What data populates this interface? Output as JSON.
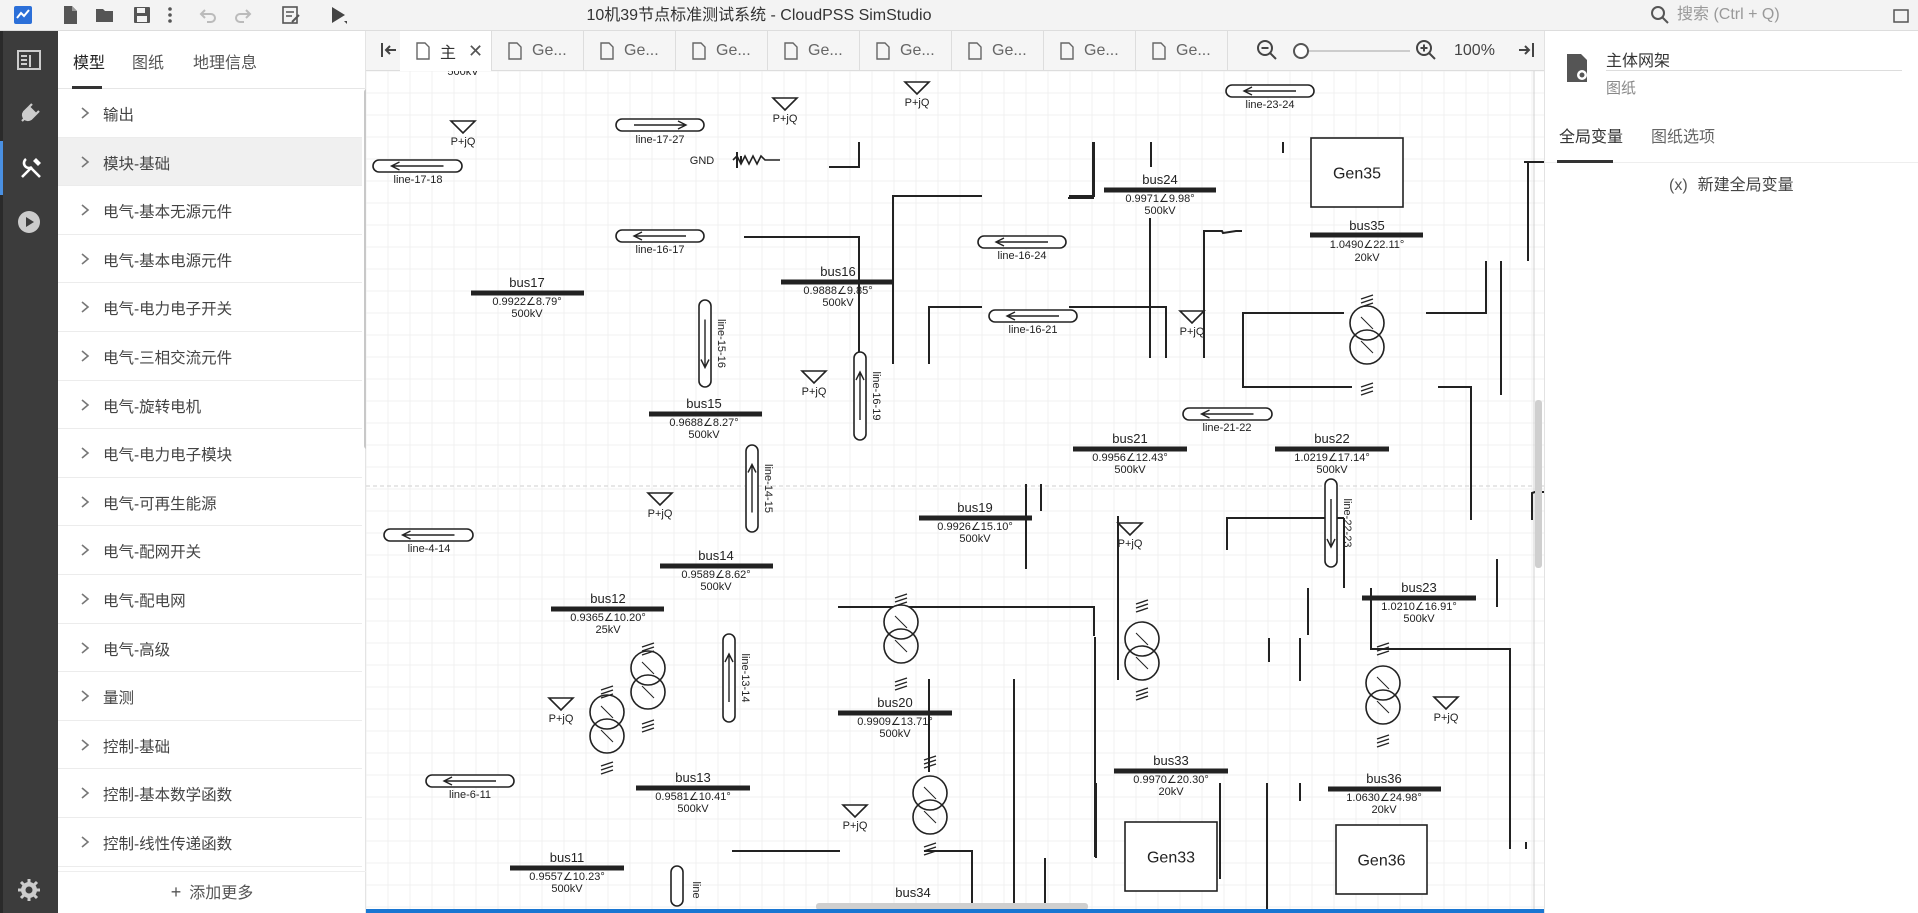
{
  "window": {
    "title": "10机39节点标准测试系统 - CloudPSS SimStudio"
  },
  "toolbar": {
    "search_placeholder": "搜索 (Ctrl + Q)",
    "zoom_percent": "100%",
    "icons": [
      "app-logo-icon",
      "new-file-icon",
      "open-folder-icon",
      "save-icon",
      "more-vert-icon",
      "undo-icon",
      "redo-icon",
      "edit-doc-icon",
      "run-icon"
    ]
  },
  "activity_bar": {
    "items": [
      {
        "icon": "panel-icon",
        "active": false
      },
      {
        "icon": "plug-icon",
        "active": false
      },
      {
        "icon": "tools-icon",
        "active": true
      },
      {
        "icon": "play-circle-icon",
        "active": false
      }
    ],
    "settings_icon": "gear-icon"
  },
  "left_panel": {
    "tabs": [
      "模型",
      "图纸",
      "地理信息"
    ],
    "active_tab": 0,
    "categories": [
      "输出",
      "模块-基础",
      "电气-基本无源元件",
      "电气-基本电源元件",
      "电气-电力电子开关",
      "电气-三相交流元件",
      "电气-旋转电机",
      "电气-电力电子模块",
      "电气-可再生能源",
      "电气-配网开关",
      "电气-配电网",
      "电气-高级",
      "量测",
      "控制-基础",
      "控制-基本数学函数",
      "控制-线性传递函数"
    ],
    "highlighted_index": 1,
    "add_more": "添加更多"
  },
  "doc_tabs": {
    "items": [
      "主",
      "Ge...",
      "Ge...",
      "Ge...",
      "Ge...",
      "Ge...",
      "Ge...",
      "Ge...",
      "Ge..."
    ],
    "active_index": 0
  },
  "right_panel": {
    "title": "主体网架",
    "subtitle": "图纸",
    "tabs": [
      "全局变量",
      "图纸选项"
    ],
    "active_tab": 0,
    "new_global_label": "新建全局变量",
    "new_global_icon_text": "(x)"
  },
  "diagram": {
    "buses": [
      {
        "name": "bus17",
        "v": "0.9922∠8.79°",
        "kv": "500kV"
      },
      {
        "name": "bus16",
        "v": "0.9888∠9.85°",
        "kv": "500kV"
      },
      {
        "name": "bus24",
        "v": "0.9971∠9.98°",
        "kv": "500kV"
      },
      {
        "name": "bus35",
        "v": "1.0490∠22.11°",
        "kv": "20kV"
      },
      {
        "name": "bus15",
        "v": "0.9688∠8.27°",
        "kv": "500kV"
      },
      {
        "name": "bus21",
        "v": "0.9956∠12.43°",
        "kv": "500kV"
      },
      {
        "name": "bus22",
        "v": "1.0219∠17.14°",
        "kv": "500kV"
      },
      {
        "name": "bus19",
        "v": "0.9926∠15.10°",
        "kv": "500kV"
      },
      {
        "name": "bus14",
        "v": "0.9589∠8.62°",
        "kv": "500kV"
      },
      {
        "name": "bus12",
        "v": "0.9365∠10.20°",
        "kv": "25kV"
      },
      {
        "name": "bus23",
        "v": "1.0210∠16.91°",
        "kv": "500kV"
      },
      {
        "name": "bus20",
        "v": "0.9909∠13.71°",
        "kv": "500kV"
      },
      {
        "name": "bus13",
        "v": "0.9581∠10.41°",
        "kv": "500kV"
      },
      {
        "name": "bus33",
        "v": "0.9970∠20.30°",
        "kv": "20kV"
      },
      {
        "name": "bus36",
        "v": "1.0630∠24.98°",
        "kv": "20kV"
      },
      {
        "name": "bus11",
        "v": "0.9557∠10.23°",
        "kv": "500kV"
      },
      {
        "name": "bus34",
        "v": "",
        "kv": ""
      }
    ],
    "lines": [
      "line-17-27",
      "line-17-18",
      "line-16-17",
      "line-16-24",
      "line-16-21",
      "line-15-16",
      "line-16-19",
      "line-21-22",
      "line-14-15",
      "line-4-14",
      "line-22-23",
      "line-13-14",
      "line-6-11",
      "line-23-24"
    ],
    "generators": [
      "Gen35",
      "Gen33",
      "Gen36"
    ],
    "load_label": "P+jQ",
    "gnd_label": "GND",
    "top_kv": "500kV",
    "line_partial": "line"
  }
}
